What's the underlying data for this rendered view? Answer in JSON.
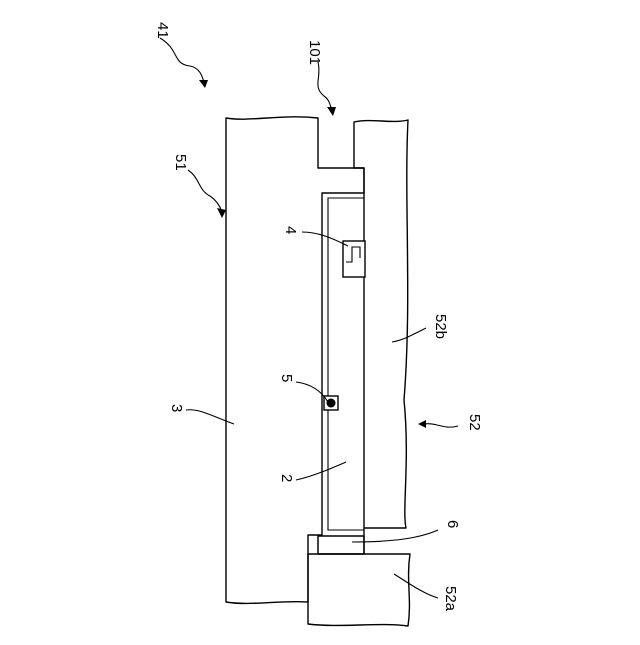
{
  "labels": {
    "l41": "41",
    "l101": "101",
    "l51": "51",
    "l4": "4",
    "l52b": "52b",
    "l5": "5",
    "l3": "3",
    "l52": "52",
    "l2": "2",
    "l6": "6",
    "l52a": "52a"
  }
}
